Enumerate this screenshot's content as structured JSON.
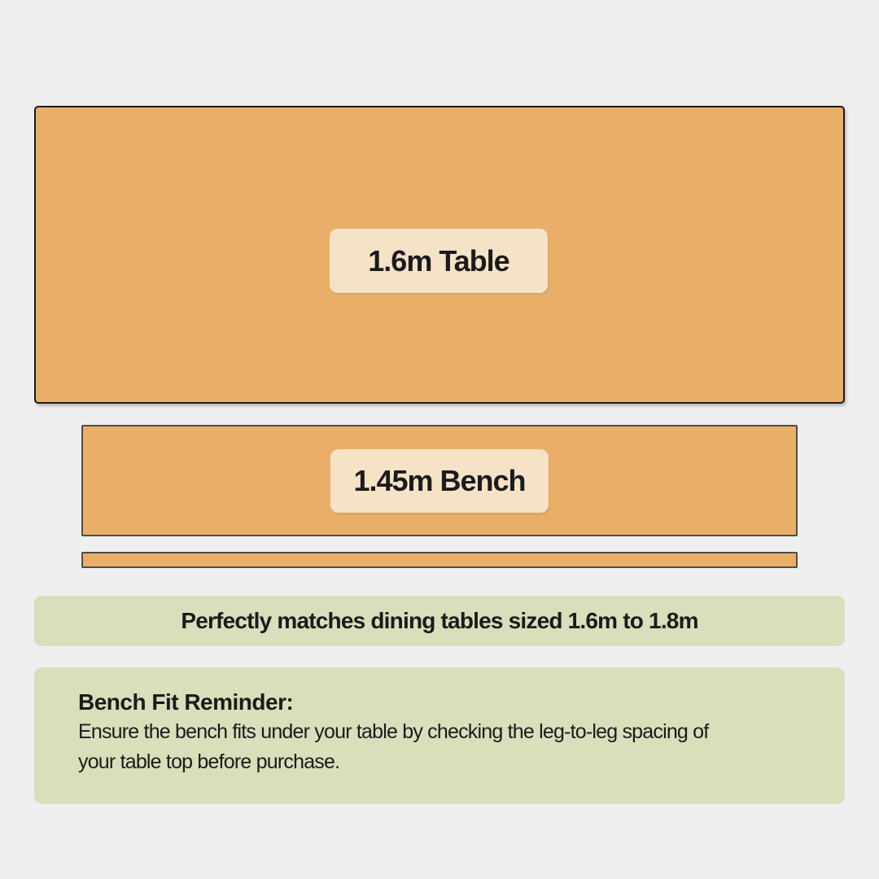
{
  "page": {
    "background_color": "#efefef",
    "text_color": "#1b1b1b"
  },
  "diagram": {
    "label_bg_color": "#f6e2c7",
    "wood_fill_color": "#e9af68",
    "table": {
      "label": "1.6m Table",
      "fill": "#e9af68",
      "border_color": "#1a1a1a"
    },
    "bench": {
      "label": "1.45m Bench",
      "fill": "#e9af68",
      "border_color": "#4c4c4c"
    },
    "bench_side_rail": {
      "fill": "#e9af68",
      "border_color": "#4c4c4c"
    }
  },
  "banner": {
    "text": "Perfectly matches dining tables sized 1.6m to 1.8m",
    "background_color": "#d8dfbb"
  },
  "reminder": {
    "title": "Bench Fit Reminder:",
    "body_lines": [
      "Ensure the bench fits under your table by checking the leg-to-leg spacing of",
      "your table top before purchase."
    ],
    "background_color": "#d8dfbb"
  }
}
